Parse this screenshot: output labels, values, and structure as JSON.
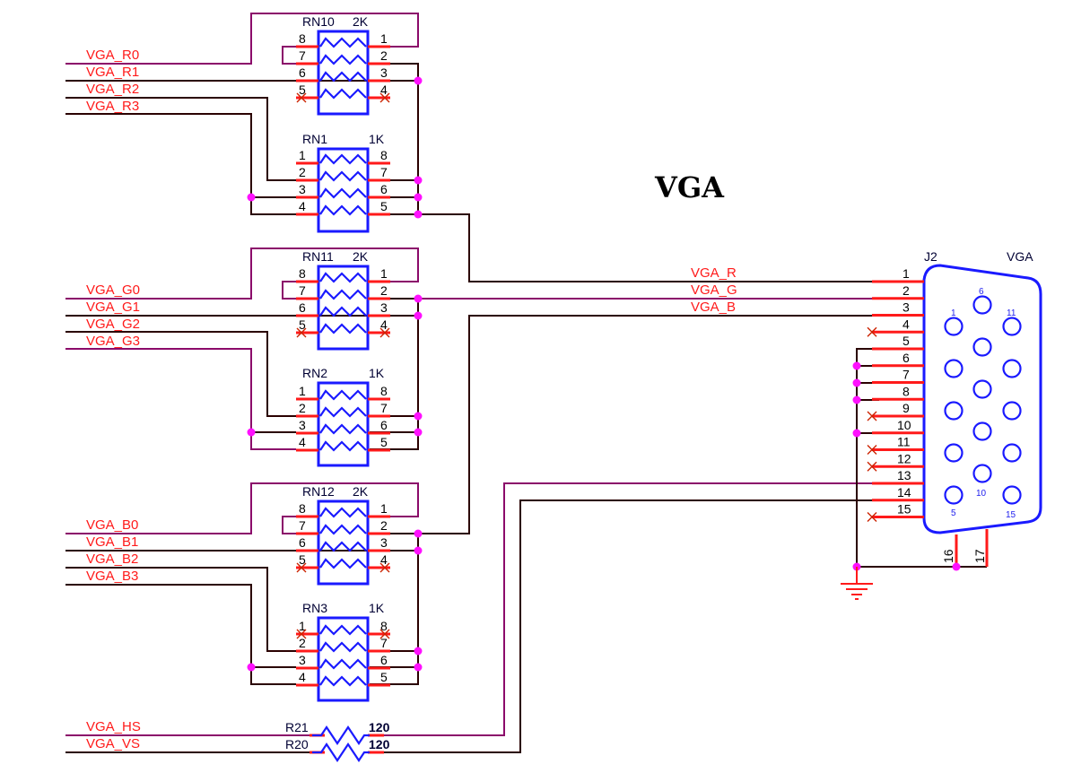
{
  "title": "VGA",
  "input_nets": {
    "red": [
      "VGA_R0",
      "VGA_R1",
      "VGA_R2",
      "VGA_R3"
    ],
    "green": [
      "VGA_G0",
      "VGA_G1",
      "VGA_G2",
      "VGA_G3"
    ],
    "blue": [
      "VGA_B0",
      "VGA_B1",
      "VGA_B2",
      "VGA_B3"
    ],
    "sync": [
      "VGA_HS",
      "VGA_VS"
    ]
  },
  "resistor_networks": [
    {
      "ref": "RN10",
      "value": "2K",
      "left_pins": [
        "8",
        "7",
        "6",
        "5"
      ],
      "right_pins": [
        "1",
        "2",
        "3",
        "4"
      ]
    },
    {
      "ref": "RN1",
      "value": "1K",
      "left_pins": [
        "1",
        "2",
        "3",
        "4"
      ],
      "right_pins": [
        "8",
        "7",
        "6",
        "5"
      ]
    },
    {
      "ref": "RN11",
      "value": "2K",
      "left_pins": [
        "8",
        "7",
        "6",
        "5"
      ],
      "right_pins": [
        "1",
        "2",
        "3",
        "4"
      ]
    },
    {
      "ref": "RN2",
      "value": "1K",
      "left_pins": [
        "1",
        "2",
        "3",
        "4"
      ],
      "right_pins": [
        "8",
        "7",
        "6",
        "5"
      ]
    },
    {
      "ref": "RN12",
      "value": "2K",
      "left_pins": [
        "8",
        "7",
        "6",
        "5"
      ],
      "right_pins": [
        "1",
        "2",
        "3",
        "4"
      ]
    },
    {
      "ref": "RN3",
      "value": "1K",
      "left_pins": [
        "1",
        "2",
        "3",
        "4"
      ],
      "right_pins": [
        "8",
        "7",
        "6",
        "5"
      ]
    }
  ],
  "resistors": [
    {
      "ref": "R21",
      "value": "120"
    },
    {
      "ref": "R20",
      "value": "120"
    }
  ],
  "output_nets": [
    "VGA_R",
    "VGA_G",
    "VGA_B"
  ],
  "connector": {
    "ref": "J2",
    "name": "VGA",
    "pins": [
      "1",
      "2",
      "3",
      "4",
      "5",
      "6",
      "7",
      "8",
      "9",
      "10",
      "11",
      "12",
      "13",
      "14",
      "15"
    ],
    "shield_pins": [
      "16",
      "17"
    ],
    "face_labels": {
      "p6": "6",
      "p1": "1",
      "p11": "11",
      "p10": "10",
      "p5": "5",
      "p15": "15"
    }
  }
}
